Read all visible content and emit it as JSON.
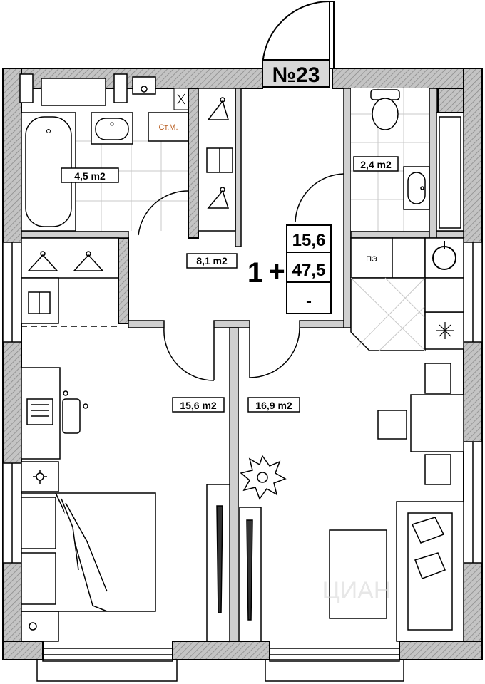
{
  "apartment": {
    "number": "№23",
    "rooms": "1",
    "plus": "+",
    "living_area": "15,6",
    "total_area": "47,5",
    "dash": "-"
  },
  "rooms": {
    "bathroom_area": "4,5 m2",
    "wc_area": "2,4 m2",
    "hall_area": "8,1 m2",
    "bedroom_area": "15,6 m2",
    "kitchen_living_area": "16,9 m2"
  },
  "fixtures": {
    "washer_label": "Ст.М.",
    "stove_label": "ПЭ"
  },
  "watermark": "ЦИАН",
  "colors": {
    "wall_fill": "#bcbcbc",
    "washer_label": "#b85c1e"
  }
}
